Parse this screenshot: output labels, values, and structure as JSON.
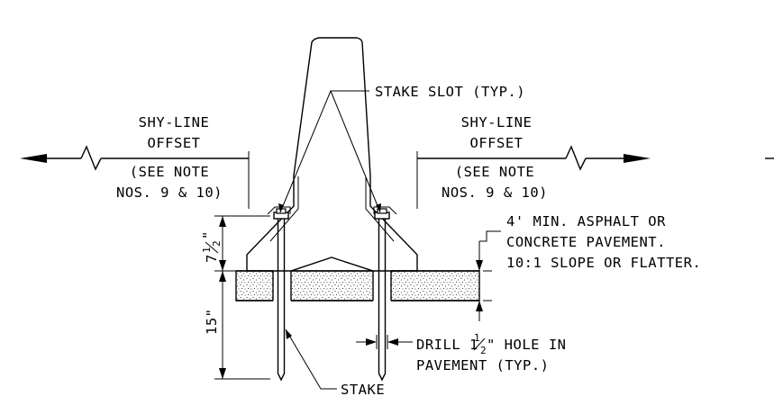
{
  "labels": {
    "stake_slot": "STAKE SLOT (TYP.)",
    "left_offset": {
      "line1": "SHY-LINE",
      "line2": "OFFSET",
      "line3": "(SEE NOTE",
      "line4": "NOS. 9 & 10)"
    },
    "right_offset": {
      "line1": "SHY-LINE",
      "line2": "OFFSET",
      "line3": "(SEE NOTE",
      "line4": "NOS. 9 & 10)"
    },
    "pavement": {
      "line1": "4' MIN. ASPHALT OR",
      "line2": "CONCRETE PAVEMENT.",
      "line3": "10:1 SLOPE OR FLATTER."
    },
    "drill": {
      "line1_a": "DRILL 1",
      "line1_num": "1",
      "line1_den": "2",
      "line1_b": "\" HOLE IN",
      "line2": "PAVEMENT (TYP.)"
    },
    "stake": "STAKE",
    "dim_upper": {
      "whole": "7",
      "num": "1",
      "den": "2",
      "unit": "\""
    },
    "dim_lower": "15\""
  }
}
